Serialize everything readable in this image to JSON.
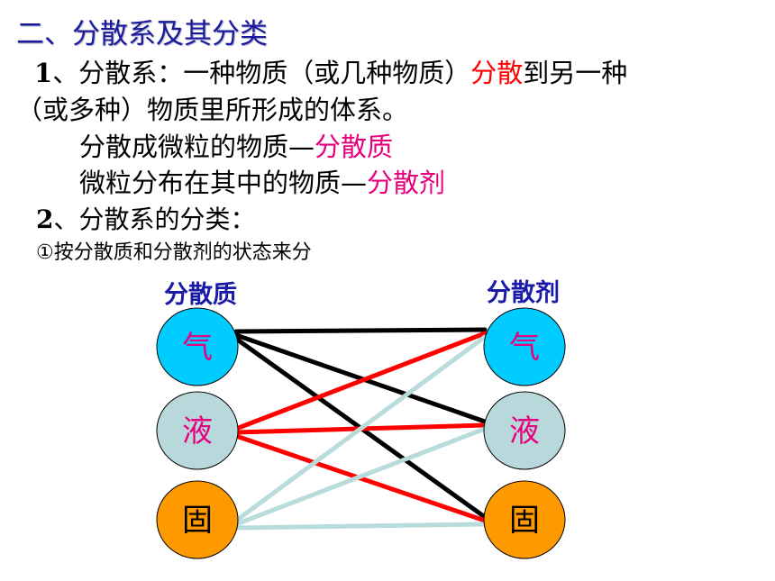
{
  "title": "二、分散系及其分类",
  "definition": {
    "num": "1",
    "lead": "、分散系：一种物质（或几种物质）",
    "term": "分散",
    "rest": "到另一种",
    "line2": "（或多种）物质里所形成的体系。",
    "dispersed_text": "分散成微粒的物质—",
    "dispersed_term": "分散质",
    "medium_text": "微粒分布在其中的物质—",
    "medium_term": "分散剂"
  },
  "section2": {
    "num": "2",
    "text": "、分散系的分类："
  },
  "method": "①按分散质和分散剂的状态来分",
  "diagram": {
    "left_header": "分散质",
    "right_header": "分散剂",
    "states": [
      {
        "label": "气",
        "fill": "#00ccff",
        "text_color": "#e6007e"
      },
      {
        "label": "液",
        "fill": "#b8d8dc",
        "text_color": "#e6007e"
      },
      {
        "label": "固",
        "fill": "#ff9900",
        "text_color": "#000000"
      }
    ],
    "connections": [
      {
        "from": 0,
        "to": 0,
        "color": "#000000"
      },
      {
        "from": 0,
        "to": 1,
        "color": "#000000"
      },
      {
        "from": 0,
        "to": 2,
        "color": "#000000"
      },
      {
        "from": 1,
        "to": 0,
        "color": "#ff0000"
      },
      {
        "from": 1,
        "to": 1,
        "color": "#ff0000"
      },
      {
        "from": 1,
        "to": 2,
        "color": "#ff0000"
      },
      {
        "from": 2,
        "to": 0,
        "color": "#b8dcdc"
      },
      {
        "from": 2,
        "to": 1,
        "color": "#b8dcdc"
      },
      {
        "from": 2,
        "to": 2,
        "color": "#b8dcdc"
      }
    ]
  }
}
